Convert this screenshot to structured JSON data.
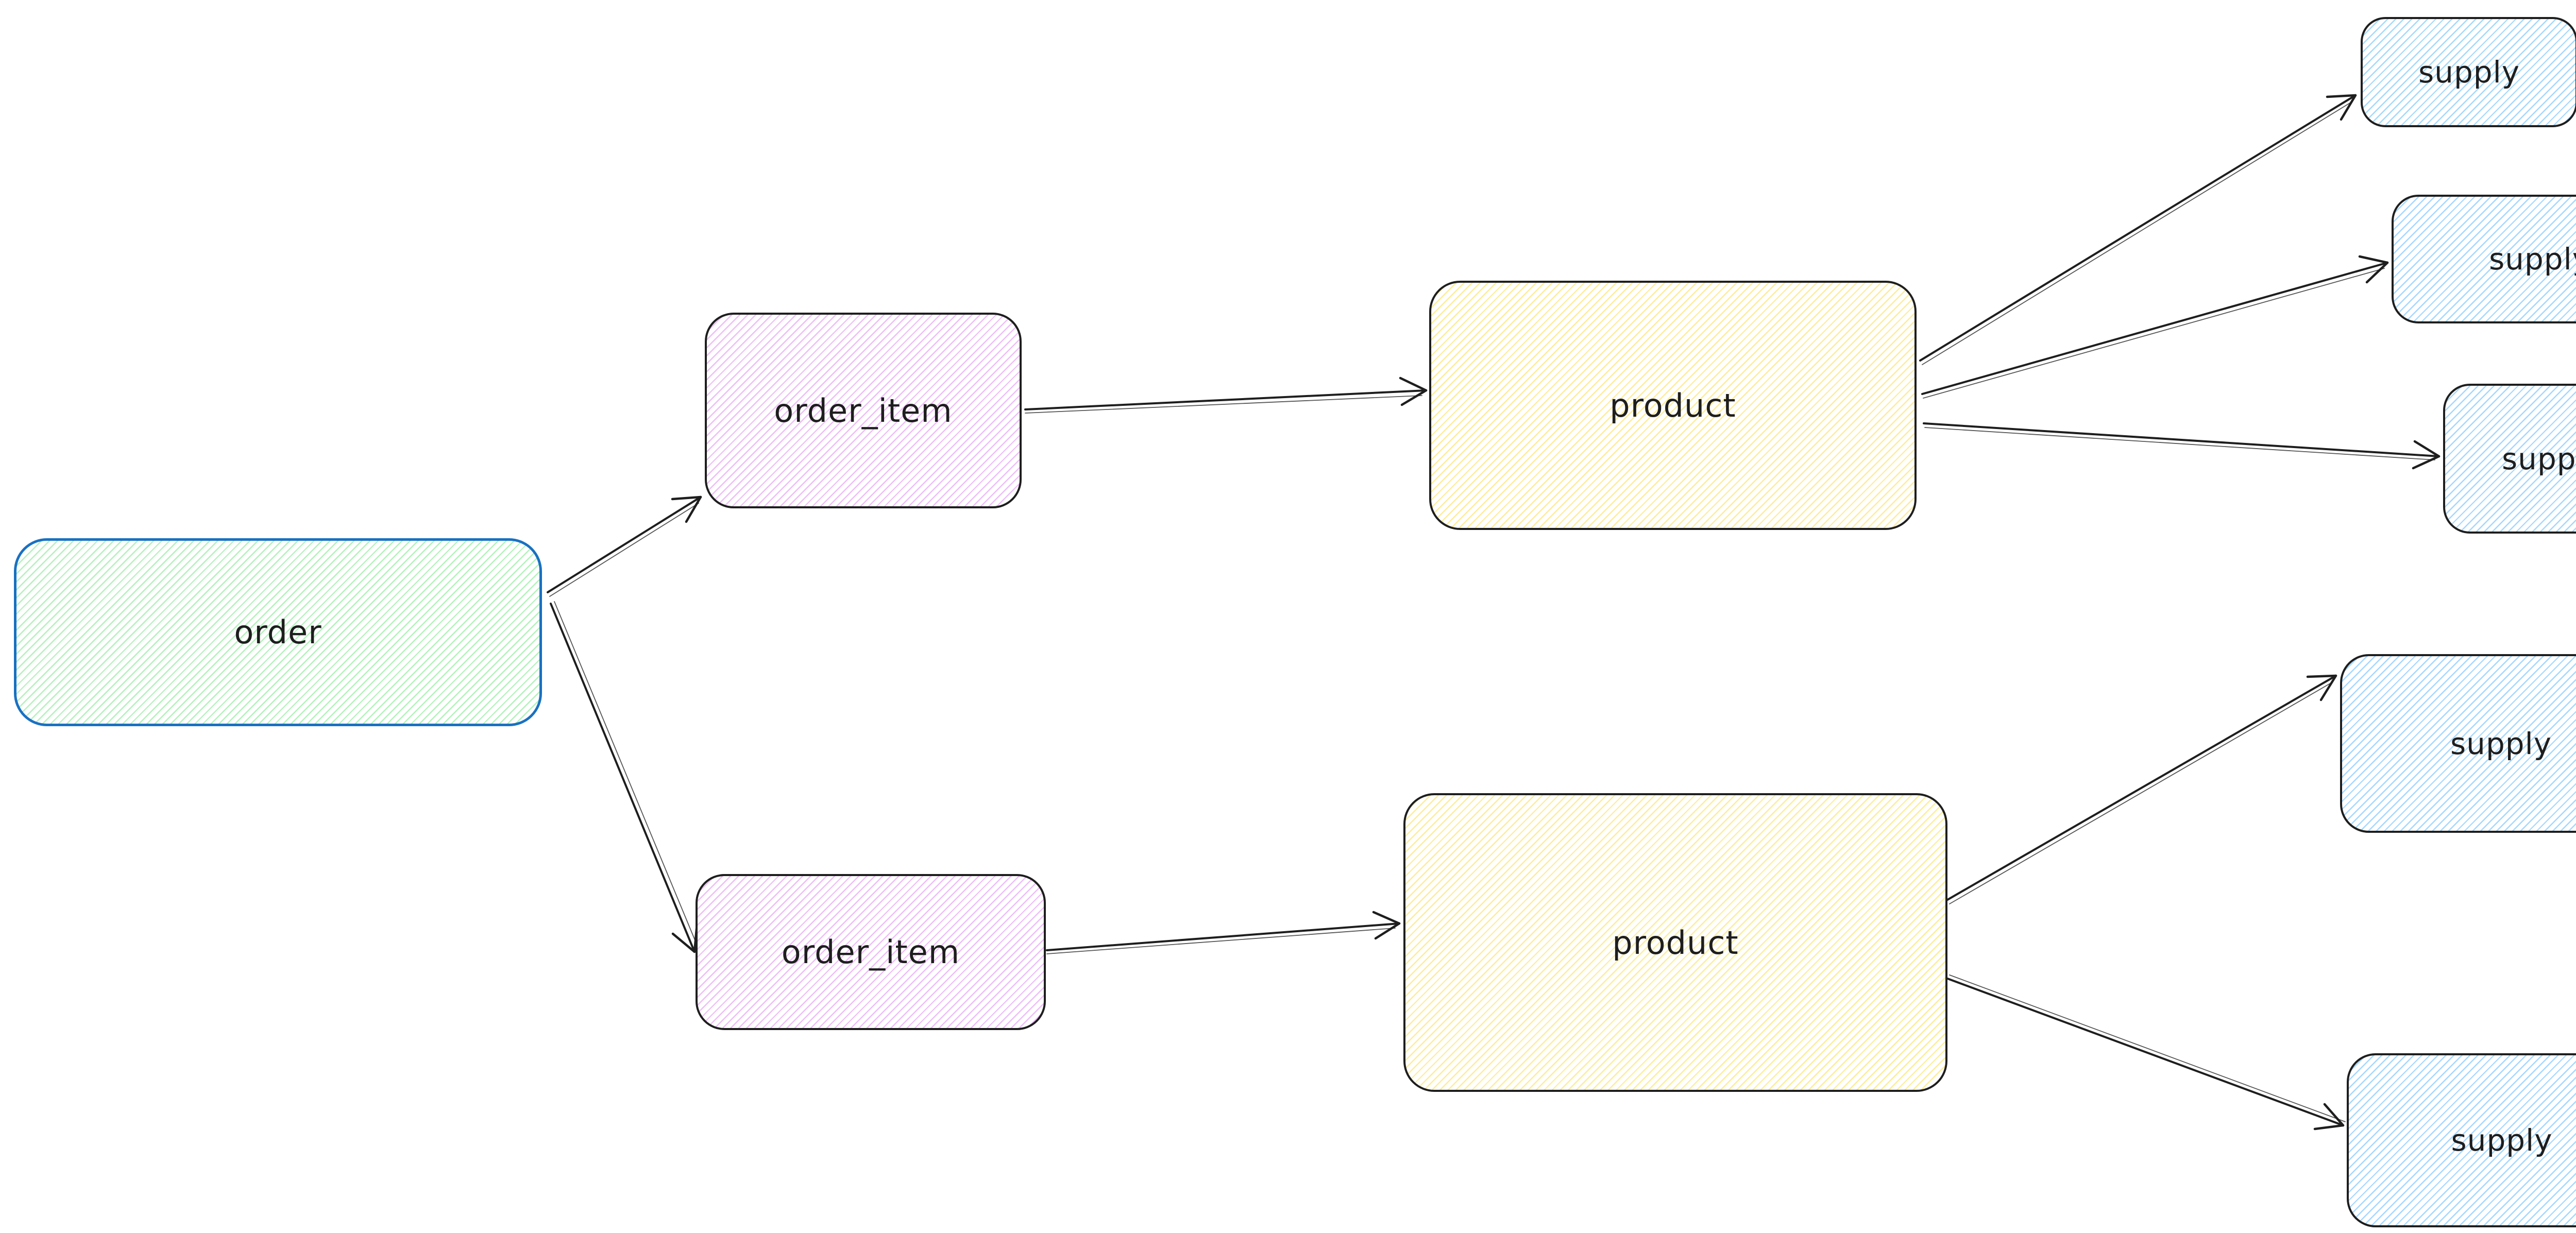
{
  "diagram": {
    "background_color": "#ffffff",
    "stroke_dark": "#1e1e1e",
    "arrow_color": "#1e1e1e",
    "text_color": "#1e1e1e",
    "nodes": {
      "order": {
        "label": "order",
        "stroke": "#1971c2",
        "fill": "#b2f2bb"
      },
      "order_item_1": {
        "label": "order_item",
        "stroke": "#1e1e1e",
        "fill": "#eebefa"
      },
      "order_item_2": {
        "label": "order_item",
        "stroke": "#1e1e1e",
        "fill": "#eebefa"
      },
      "product_1": {
        "label": "product",
        "stroke": "#1e1e1e",
        "fill": "#ffec99"
      },
      "product_2": {
        "label": "product",
        "stroke": "#1e1e1e",
        "fill": "#ffec99"
      },
      "supply_1": {
        "label": "supply",
        "stroke": "#1e1e1e",
        "fill": "#a5d8ff"
      },
      "supply_2": {
        "label": "supply",
        "stroke": "#1e1e1e",
        "fill": "#a5d8ff"
      },
      "supply_3": {
        "label": "supply",
        "stroke": "#1e1e1e",
        "fill": "#a5d8ff"
      },
      "supply_4": {
        "label": "supply",
        "stroke": "#1e1e1e",
        "fill": "#a5d8ff"
      },
      "supply_5": {
        "label": "supply",
        "stroke": "#1e1e1e",
        "fill": "#a5d8ff"
      }
    },
    "edges": [
      {
        "from": "order",
        "to": "order_item_1"
      },
      {
        "from": "order",
        "to": "order_item_2"
      },
      {
        "from": "order_item_1",
        "to": "product_1"
      },
      {
        "from": "order_item_2",
        "to": "product_2"
      },
      {
        "from": "product_1",
        "to": "supply_1"
      },
      {
        "from": "product_1",
        "to": "supply_2"
      },
      {
        "from": "product_1",
        "to": "supply_3"
      },
      {
        "from": "product_2",
        "to": "supply_4"
      },
      {
        "from": "product_2",
        "to": "supply_5"
      }
    ]
  }
}
